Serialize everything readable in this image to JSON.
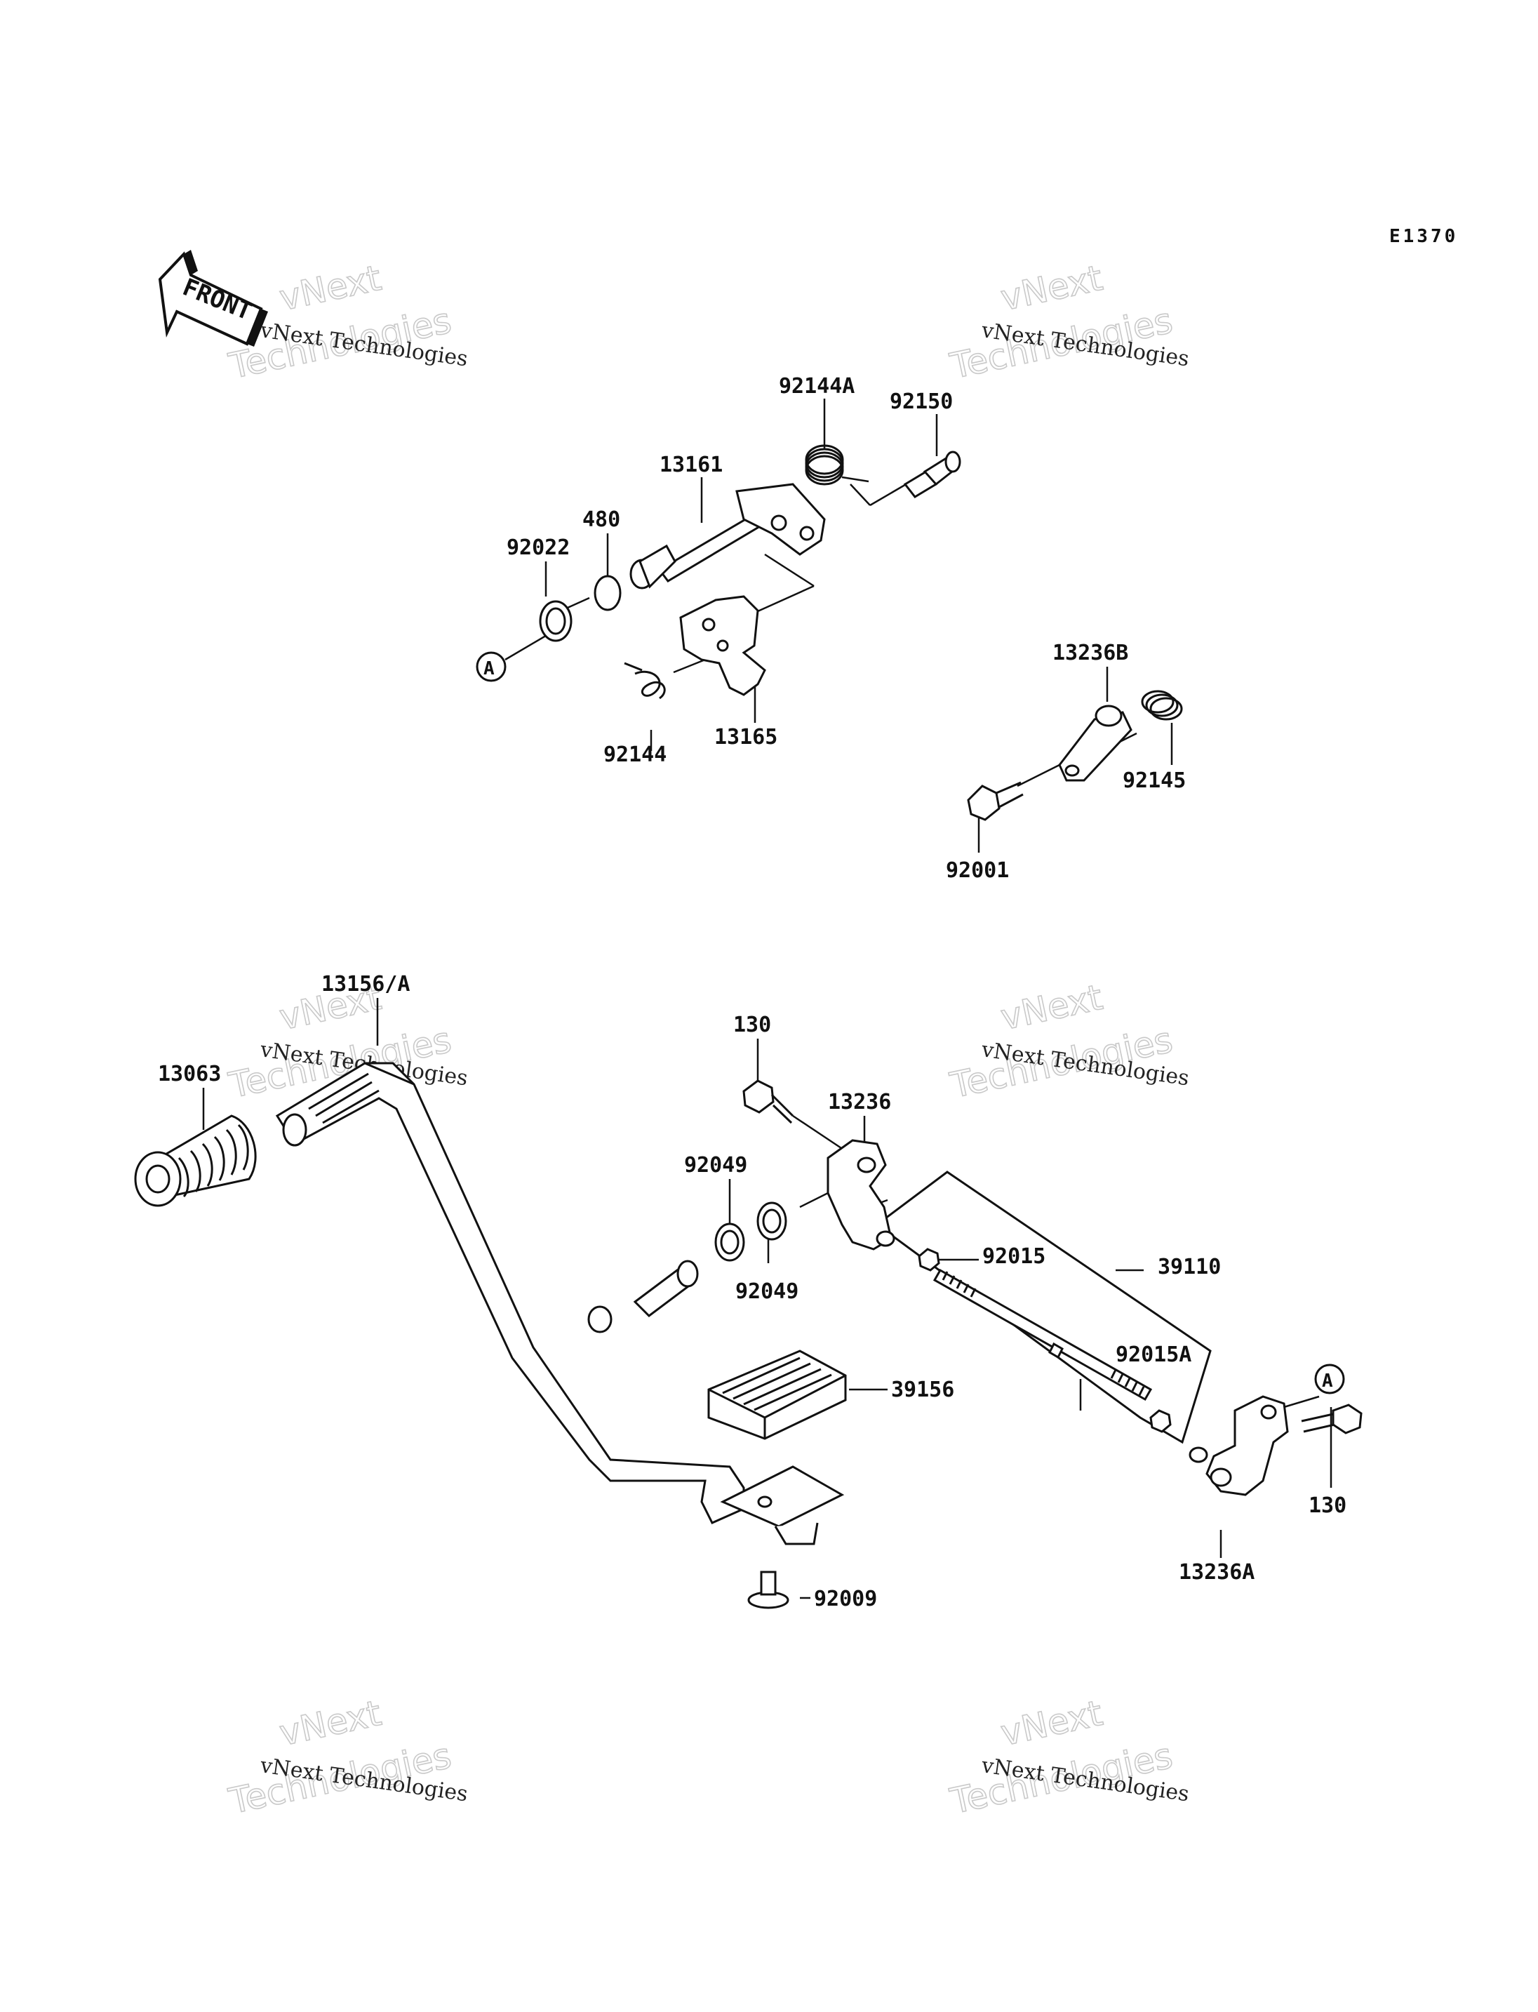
{
  "diagram_code": "E1370",
  "front_marker": "FRONT",
  "reference_marks": {
    "a_top": "A",
    "a_bottom": "A"
  },
  "parts": {
    "p92144A": "92144A",
    "p92150": "92150",
    "p13161": "13161",
    "p480": "480",
    "p92022": "92022",
    "p92144": "92144",
    "p13165": "13165",
    "p13236B": "13236B",
    "p92145": "92145",
    "p92001": "92001",
    "p13156A": "13156/A",
    "p13063": "13063",
    "p130_top": "130",
    "p13236": "13236",
    "p92049_top": "92049",
    "p92049_bottom": "92049",
    "p92015": "92015",
    "p39110": "39110",
    "p92015A": "92015A",
    "p39156": "39156",
    "p92009": "92009",
    "p130_right": "130",
    "p13236A": "13236A"
  },
  "watermarks": [
    {
      "line1": "vNext Technologies",
      "line2": "vNext",
      "line3": "Technologies"
    },
    {
      "line1": "vNext Technologies",
      "line2": "vNext",
      "line3": "Technologies"
    },
    {
      "line1": "vNext Technologies",
      "line2": "vNext",
      "line3": "Technologies"
    },
    {
      "line1": "vNext Technologies",
      "line2": "vNext",
      "line3": "Technologies"
    },
    {
      "line1": "vNext Technologies",
      "line2": "vNext",
      "line3": "Technologies"
    },
    {
      "line1": "vNext Technologies",
      "line2": "vNext",
      "line3": "Technologies"
    }
  ]
}
